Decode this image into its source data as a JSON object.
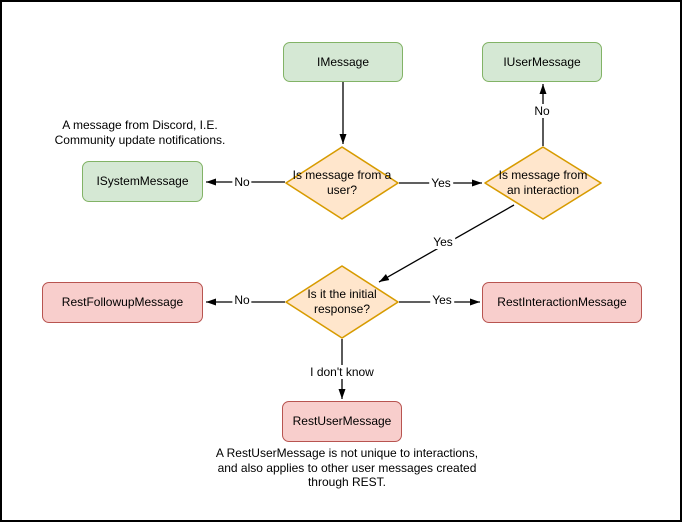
{
  "diagram": {
    "nodes": {
      "imessage": {
        "label": "IMessage",
        "kind": "class",
        "palette": "green"
      },
      "iusermessage": {
        "label": "IUserMessage",
        "kind": "class",
        "palette": "green"
      },
      "isystemmessage": {
        "label": "ISystemMessage",
        "kind": "class",
        "palette": "green"
      },
      "decision_user": {
        "label": "Is message from a user?",
        "kind": "decision",
        "palette": "orange"
      },
      "decision_interaction": {
        "label": "Is message from an interaction",
        "kind": "decision",
        "palette": "orange"
      },
      "decision_initial": {
        "label": "Is it the initial response?",
        "kind": "decision",
        "palette": "orange"
      },
      "restfollowupmessage": {
        "label": "RestFollowupMessage",
        "kind": "class",
        "palette": "red"
      },
      "restinteractionmessage": {
        "label": "RestInteractionMessage",
        "kind": "class",
        "palette": "red"
      },
      "restusermessage": {
        "label": "RestUserMessage",
        "kind": "class",
        "palette": "red"
      }
    },
    "edge_labels": {
      "user_yes": "Yes",
      "user_no": "No",
      "interaction_no": "No",
      "interaction_yes": "Yes",
      "initial_no": "No",
      "initial_yes": "Yes",
      "initial_unknown": "I don't know"
    },
    "notes": {
      "system_note": "A message from Discord, I.E.\nCommunity update notifications.",
      "rest_note": "A RestUserMessage is not unique to interactions,\nand also applies to other user messages created\nthrough REST."
    },
    "colors": {
      "green_fill": "#d5e8d4",
      "green_stroke": "#82b366",
      "orange_fill": "#ffe6cc",
      "orange_stroke": "#d79b00",
      "red_fill": "#f8cecc",
      "red_stroke": "#b85450",
      "line": "#000000",
      "background": "#ffffff"
    }
  }
}
